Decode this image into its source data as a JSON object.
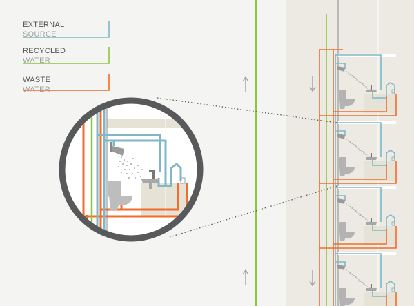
{
  "legend": {
    "external": {
      "line1": "EXTERNAL",
      "line2": "SOURCE",
      "color": "#7fb7c7"
    },
    "recycled": {
      "line1": "RECYCLED",
      "line2": "WATER",
      "color": "#8cc63f"
    },
    "waste": {
      "line1": "WASTE",
      "line2": "WATER",
      "color": "#f26c2b"
    }
  },
  "colors": {
    "background": "#f4f4f2",
    "building": "#eceae2",
    "room": "#e6e2d6",
    "fixture": "#b3b3b3",
    "lens_ring": "#58595b",
    "label_text": "#555555",
    "label_text_light": "#a0a0a0",
    "arrow": "#a0a0a0"
  },
  "icons": [
    "showerhead-icon",
    "toilet-icon",
    "sink-icon",
    "faucet-icon",
    "glass-icon",
    "flow-up-arrow-icon",
    "flow-down-arrow-icon"
  ]
}
